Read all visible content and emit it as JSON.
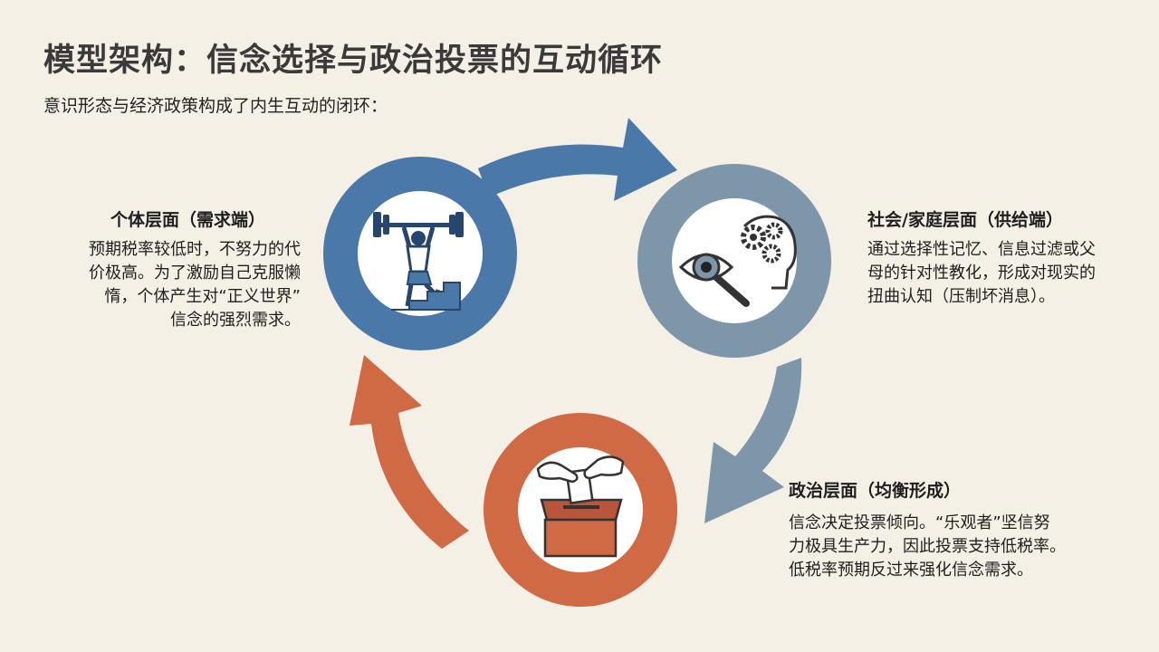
{
  "title": "模型架构：信念选择与政治投票的互动循环",
  "subtitle": "意识形态与经济政策构成了内生互动的闭环：",
  "colors": {
    "blue": "#4a79a9",
    "slate": "#7e96aa",
    "orange": "#d06a45",
    "background": "#f4f0e6"
  },
  "nodes": [
    {
      "id": "individual",
      "icon": "weightlifter-on-stairs-icon",
      "heading": "个体层面（需求端）",
      "body": [
        "预期税率较低时，不努力的代",
        "价极高。为了激励自己克服懒",
        "惰，个体产生对“正义世界”",
        "信念的强烈需求。"
      ]
    },
    {
      "id": "social",
      "icon": "eye-magnifier-gears-icon",
      "heading": "社会/家庭层面（供给端）",
      "body": [
        "通过选择性记忆、信息过滤或父",
        "母的针对性教化，形成对现实的",
        "扭曲认知（压制坏消息）。"
      ]
    },
    {
      "id": "political",
      "icon": "ballot-box-icon",
      "heading": "政治层面（均衡形成）",
      "body": [
        "信念决定投票倾向。“乐观者”坚信努",
        "力极具生产力，因此投票支持低税率。",
        "低税率预期反过来强化信念需求。"
      ]
    }
  ]
}
